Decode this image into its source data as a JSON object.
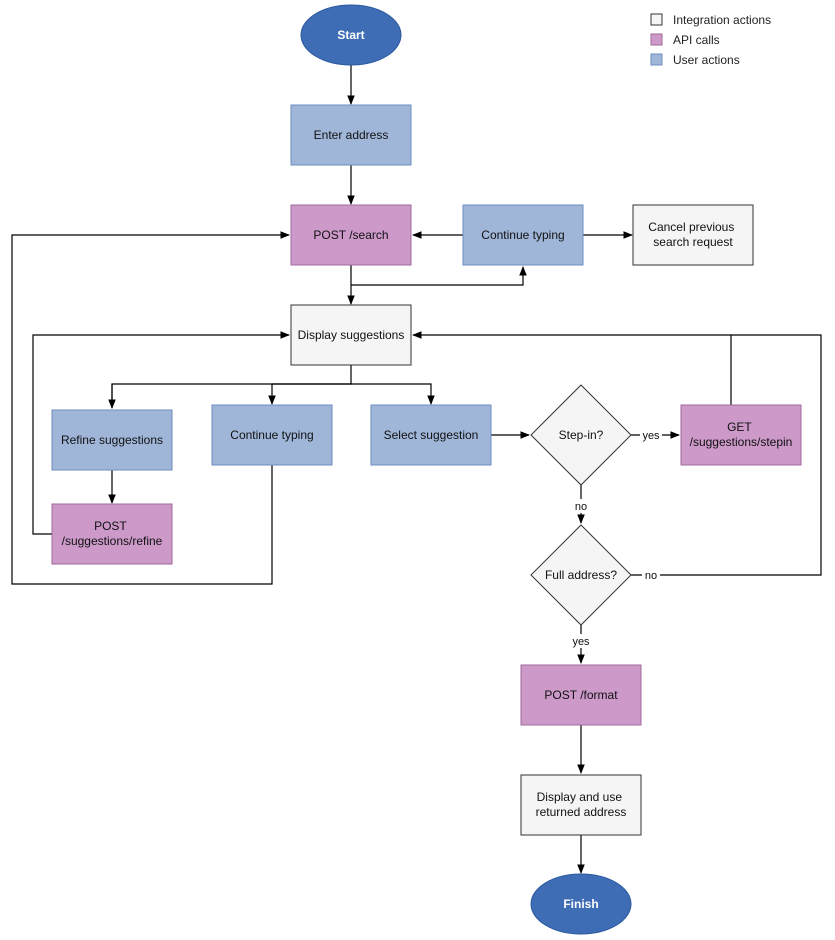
{
  "colors": {
    "integration_fill": "#f5f5f5",
    "integration_stroke": "#333333",
    "api_fill": "#cc99c9",
    "api_stroke": "#9e6a9c",
    "user_fill": "#a0b6d9",
    "user_stroke": "#6c8ebf",
    "terminal_fill": "#3f6db5",
    "terminal_stroke": "#2c5aa0"
  },
  "legend": {
    "integration": "Integration actions",
    "api": "API calls",
    "user": "User actions"
  },
  "nodes": {
    "start": "Start",
    "enter_address": "Enter address",
    "post_search": "POST /search",
    "continue_typing_top": "Continue typing",
    "cancel_previous": [
      "Cancel previous",
      "search request"
    ],
    "display_suggestions": "Display suggestions",
    "refine_suggestions": "Refine suggestions",
    "continue_typing_mid": "Continue typing",
    "select_suggestion": "Select suggestion",
    "step_in": "Step-in?",
    "get_stepin": [
      "GET",
      "/suggestions/stepin"
    ],
    "post_refine": [
      "POST",
      "/suggestions/refine"
    ],
    "full_address": "Full address?",
    "post_format": "POST /format",
    "display_use": [
      "Display and use",
      "returned address"
    ],
    "finish": "Finish"
  },
  "edge_labels": {
    "stepin_yes": "yes",
    "stepin_no": "no",
    "full_no": "no",
    "full_yes": "yes"
  }
}
